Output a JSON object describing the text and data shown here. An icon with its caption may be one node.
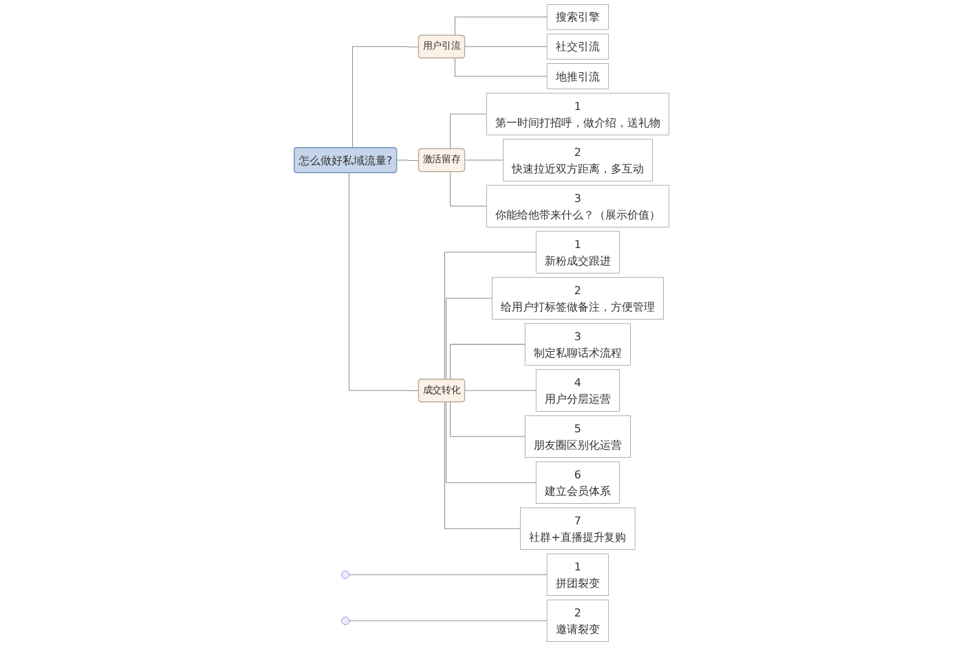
{
  "diagram": {
    "nodes": [
      {
        "text": [
          "怎么做好私域流量?"
        ]
      },
      {
        "text": [
          "用户引流"
        ]
      },
      {
        "text": [
          "搜索引擎"
        ]
      },
      {
        "text": [
          "社交引流"
        ]
      },
      {
        "text": [
          "地推引流"
        ]
      },
      {
        "text": [
          "激活留存"
        ]
      },
      {
        "text": [
          "1",
          "第一时间打招呼，做介绍，送礼物"
        ]
      },
      {
        "text": [
          "2",
          "快速拉近双方距离，多互动"
        ]
      },
      {
        "text": [
          "3",
          "你能给他带来什么？（展示价值）"
        ]
      },
      {
        "text": [
          "成交转化"
        ]
      },
      {
        "text": [
          "1",
          "新粉成交跟进"
        ]
      },
      {
        "text": [
          "2",
          "给用户打标签做备注，方便管理"
        ]
      },
      {
        "text": [
          "3",
          "制定私聊话术流程"
        ]
      },
      {
        "text": [
          "4",
          "用户分层运营"
        ]
      },
      {
        "text": [
          "5",
          "朋友圈区别化运营"
        ]
      },
      {
        "text": [
          "6",
          "建立会员体系"
        ]
      },
      {
        "text": [
          "7",
          "社群+直播提升复购"
        ]
      },
      {
        "text": [
          "1",
          "拼团裂变"
        ]
      },
      {
        "text": [
          "2",
          "邀请裂变"
        ]
      }
    ],
    "edges": [
      {
        "from": 0,
        "to": 1,
        "arrow": "none"
      },
      {
        "from": 0,
        "to": 5,
        "arrow": "none"
      },
      {
        "from": 0,
        "to": 9,
        "arrow": "none"
      },
      {
        "from": 1,
        "to": 2,
        "arrow": "none"
      },
      {
        "from": 1,
        "to": 3,
        "arrow": "none"
      },
      {
        "from": 1,
        "to": 4,
        "arrow": "none"
      },
      {
        "from": 5,
        "to": 6,
        "arrow": "none"
      },
      {
        "from": 5,
        "to": 7,
        "arrow": "none"
      },
      {
        "from": 5,
        "to": 8,
        "arrow": "none"
      },
      {
        "from": 9,
        "to": 10,
        "arrow": "none"
      },
      {
        "from": 9,
        "to": 11,
        "arrow": "none"
      },
      {
        "from": 9,
        "to": 12,
        "arrow": "none"
      },
      {
        "from": 9,
        "to": 13,
        "arrow": "none"
      },
      {
        "from": 9,
        "to": 14,
        "arrow": "none"
      },
      {
        "from": 9,
        "to": 15,
        "arrow": "none"
      },
      {
        "from": 9,
        "to": 16,
        "arrow": "none"
      },
      {
        "from": null,
        "to": 17,
        "arrow": "none"
      },
      {
        "from": null,
        "to": 18,
        "arrow": "none"
      }
    ]
  }
}
